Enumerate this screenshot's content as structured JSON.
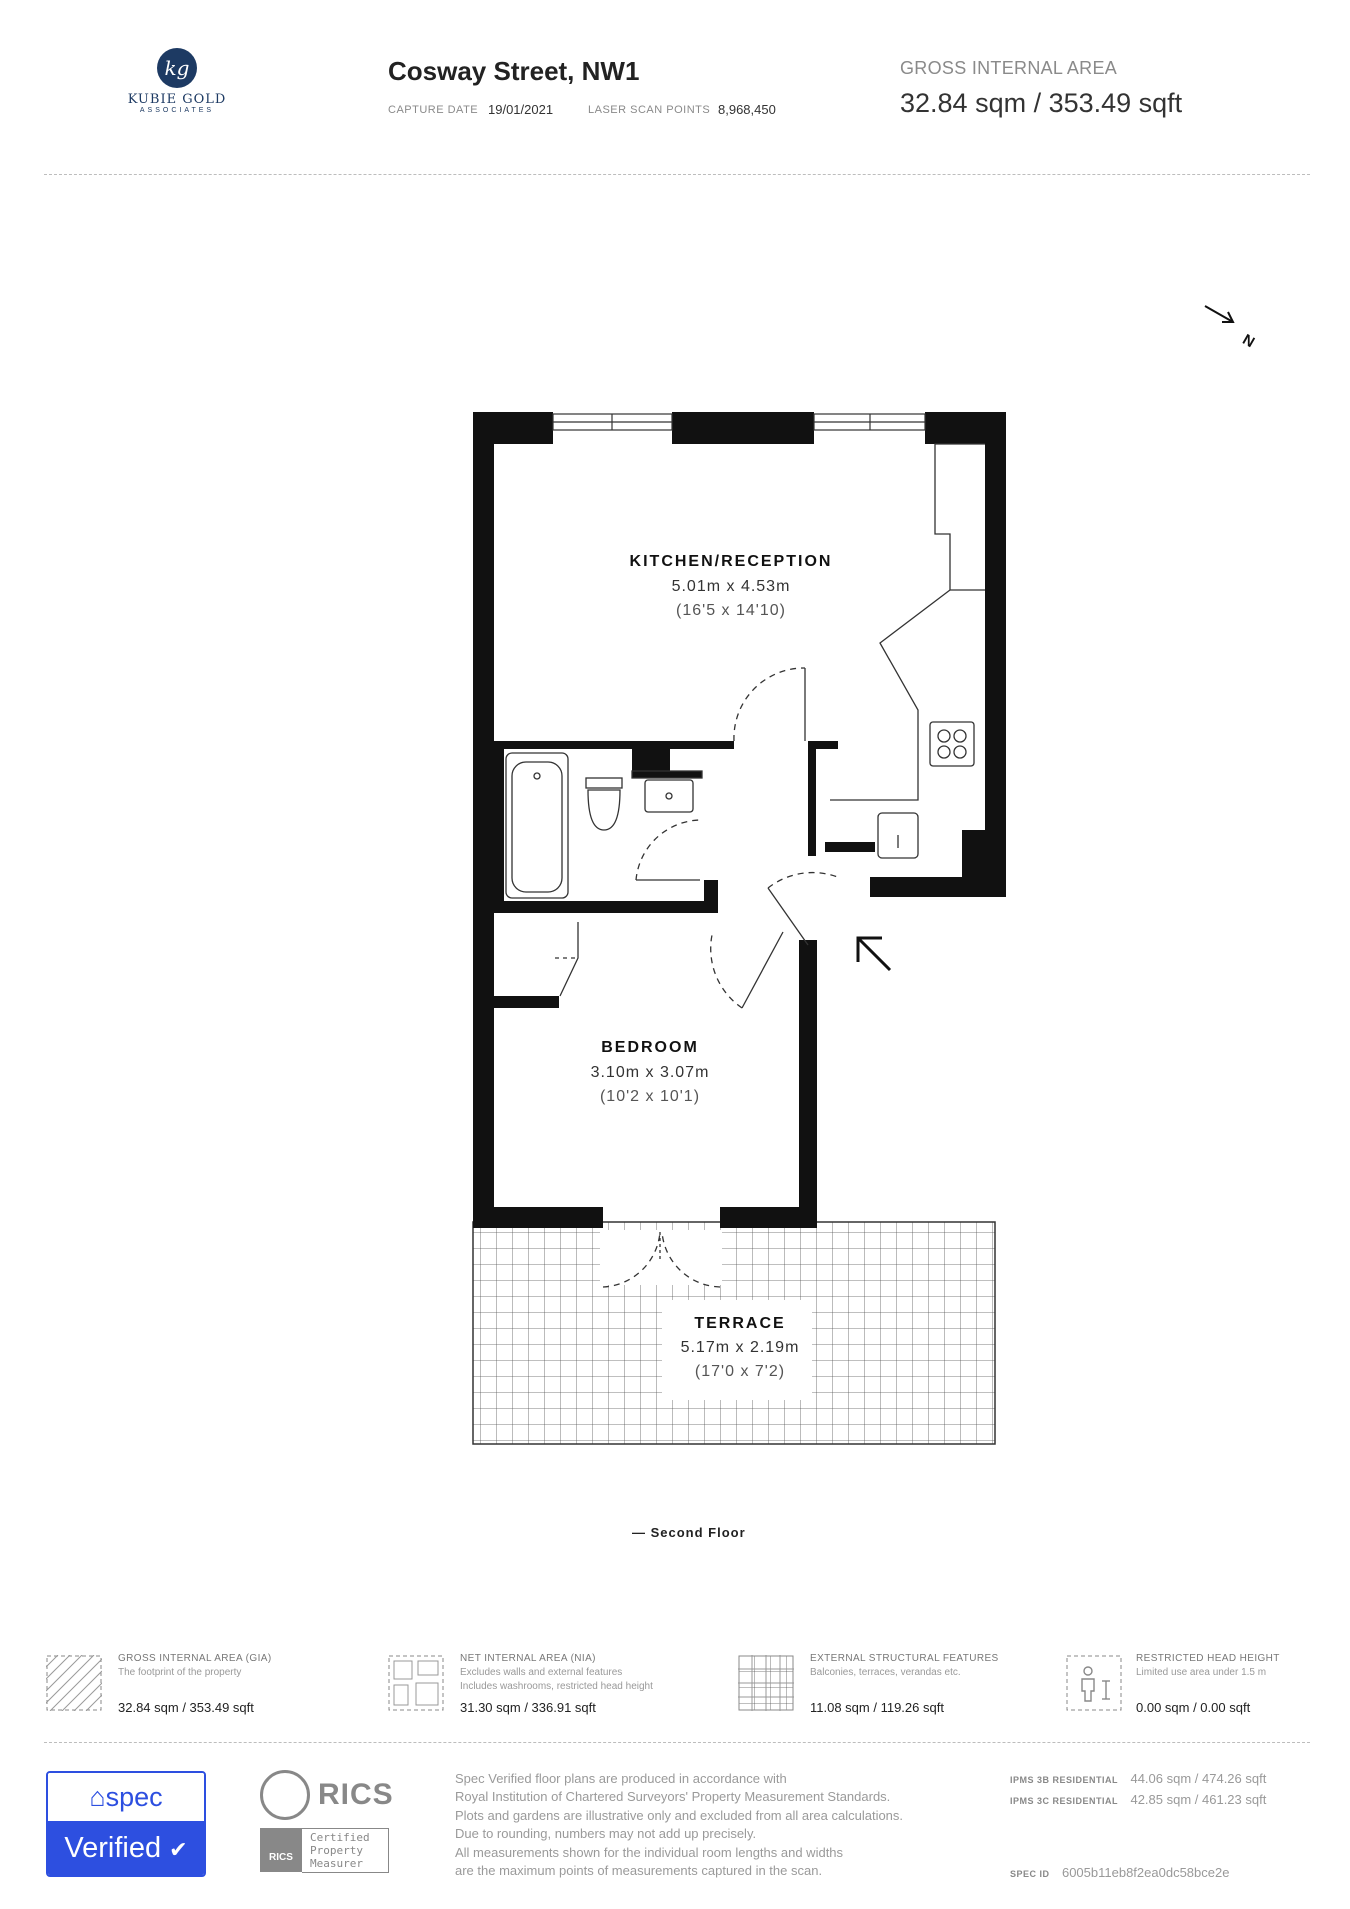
{
  "header": {
    "logo_initials": "kg",
    "logo_name": "KUBIE GOLD",
    "logo_sub": "ASSOCIATES",
    "address": "Cosway Street, NW1",
    "capture_date_label": "CAPTURE DATE",
    "capture_date": "19/01/2021",
    "scan_points_label": "LASER SCAN POINTS",
    "scan_points": "8,968,450",
    "gia_label": "GROSS INTERNAL AREA",
    "gia_value": "32.84 sqm / 353.49 sqft"
  },
  "compass": {
    "label": "N",
    "icon": "north-arrow-icon"
  },
  "rooms": [
    {
      "name": "KITCHEN/RECEPTION",
      "dims": "5.01m x 4.53m",
      "imperial": "(16'5 x 14'10)"
    },
    {
      "name": "BEDROOM",
      "dims": "3.10m x 3.07m",
      "imperial": "(10'2 x 10'1)"
    },
    {
      "name": "TERRACE",
      "dims": "5.17m x 2.19m",
      "imperial": "(17'0 x 7'2)"
    }
  ],
  "floor_label": "— Second Floor",
  "legend": [
    {
      "title": "GROSS INTERNAL AREA (GIA)",
      "desc": [
        "The footprint of the property"
      ],
      "value": "32.84 sqm / 353.49 sqft"
    },
    {
      "title": "NET INTERNAL AREA (NIA)",
      "desc": [
        "Excludes walls and external features",
        "Includes washrooms, restricted head height"
      ],
      "value": "31.30 sqm / 336.91 sqft"
    },
    {
      "title": "EXTERNAL STRUCTURAL FEATURES",
      "desc": [
        "Balconies, terraces, verandas etc."
      ],
      "value": "11.08 sqm / 119.26 sqft"
    },
    {
      "title": "RESTRICTED HEAD HEIGHT",
      "desc": [
        "Limited use area under 1.5 m"
      ],
      "value": "0.00 sqm / 0.00 sqft"
    }
  ],
  "footer": {
    "spec_top": "spec",
    "spec_bottom": "Verified",
    "rics_name": "RICS",
    "rics_cert": [
      "Certified",
      "Property",
      "Measurer"
    ],
    "rics_small": "RICS",
    "disclaimer": [
      "Spec Verified floor plans are produced in accordance with",
      "Royal Institution of Chartered Surveyors' Property Measurement Standards.",
      "Plots and gardens are illustrative only and excluded from all area calculations.",
      "Due to rounding, numbers may not add up precisely.",
      "All measurements shown for the individual room lengths and widths",
      "are the maximum points of measurements captured in the scan."
    ],
    "ipms": [
      {
        "label": "IPMS 3B RESIDENTIAL",
        "value": "44.06 sqm / 474.26 sqft"
      },
      {
        "label": "IPMS 3C RESIDENTIAL",
        "value": "42.85 sqm / 461.23 sqft"
      }
    ],
    "spec_id_label": "SPEC ID",
    "spec_id": "6005b11eb8f2ea0dc58bce2e"
  }
}
